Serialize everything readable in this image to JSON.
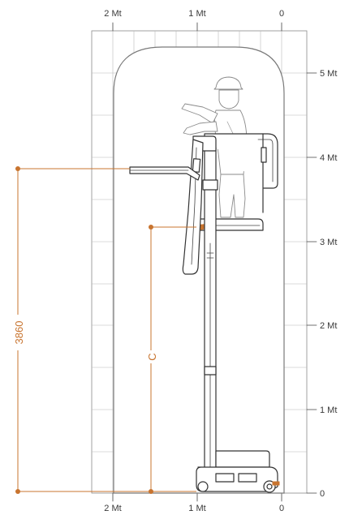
{
  "axis": {
    "top_labels": [
      "2 Mt",
      "1 Mt",
      "0"
    ],
    "bottom_labels": [
      "2 Mt",
      "1 Mt",
      "0"
    ],
    "right_labels": [
      "5 Mt",
      "4 Mt",
      "3 Mt",
      "2 Mt",
      "1 Mt",
      "0"
    ]
  },
  "dimensions": {
    "height_label": "3860",
    "platform_label": "C"
  },
  "colors": {
    "dimension": "#c8742f",
    "grid": "#b8b8b8",
    "machine": "#333333",
    "operator": "#8a8a8a"
  }
}
